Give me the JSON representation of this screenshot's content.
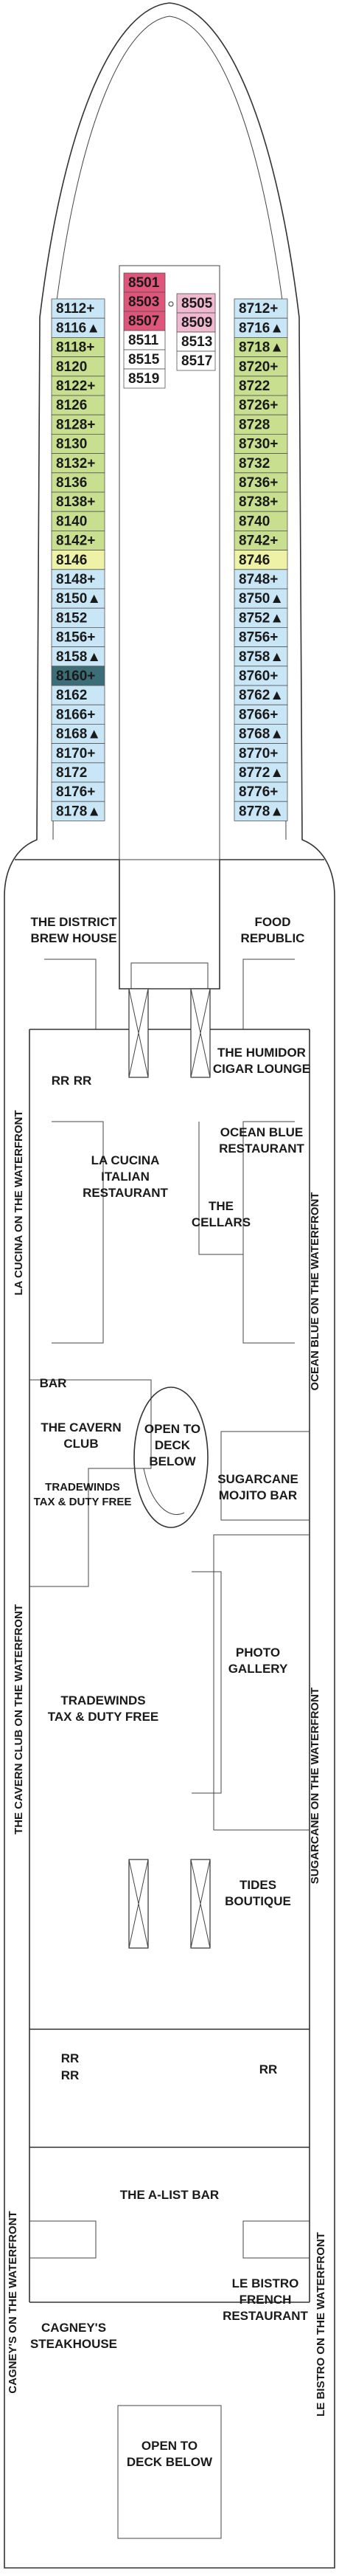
{
  "colors": {
    "blue": "#c9e6f7",
    "green": "#c7df8f",
    "yellow": "#eef2a6",
    "teal": "#3d6e78",
    "pink": "#f0b9cf",
    "red": "#e0557a",
    "white": "#ffffff"
  },
  "cabins": {
    "left": [
      {
        "n": "8112",
        "s": "+",
        "c": "blue"
      },
      {
        "n": "8116",
        "s": "▲",
        "c": "blue"
      },
      {
        "n": "8118",
        "s": "+",
        "c": "green"
      },
      {
        "n": "8120",
        "s": "",
        "c": "green"
      },
      {
        "n": "8122",
        "s": "+",
        "c": "green"
      },
      {
        "n": "8126",
        "s": "",
        "c": "green"
      },
      {
        "n": "8128",
        "s": "+",
        "c": "green"
      },
      {
        "n": "8130",
        "s": "",
        "c": "green"
      },
      {
        "n": "8132",
        "s": "+",
        "c": "green"
      },
      {
        "n": "8136",
        "s": "",
        "c": "green"
      },
      {
        "n": "8138",
        "s": "+",
        "c": "green"
      },
      {
        "n": "8140",
        "s": "",
        "c": "green"
      },
      {
        "n": "8142",
        "s": "+",
        "c": "green"
      },
      {
        "n": "8146",
        "s": "",
        "c": "yellow"
      },
      {
        "n": "8148",
        "s": "+",
        "c": "blue"
      },
      {
        "n": "8150",
        "s": "▲",
        "c": "blue"
      },
      {
        "n": "8152",
        "s": "",
        "c": "blue"
      },
      {
        "n": "8156",
        "s": "+",
        "c": "blue"
      },
      {
        "n": "8158",
        "s": "▲",
        "c": "blue"
      },
      {
        "n": "8160",
        "s": "+",
        "c": "teal"
      },
      {
        "n": "8162",
        "s": "",
        "c": "blue"
      },
      {
        "n": "8166",
        "s": "+",
        "c": "blue"
      },
      {
        "n": "8168",
        "s": "▲",
        "c": "blue"
      },
      {
        "n": "8170",
        "s": "+",
        "c": "blue"
      },
      {
        "n": "8172",
        "s": "",
        "c": "blue"
      },
      {
        "n": "8176",
        "s": "+",
        "c": "blue"
      },
      {
        "n": "8178",
        "s": "▲",
        "c": "blue"
      }
    ],
    "right": [
      {
        "n": "8712",
        "s": "+",
        "c": "blue"
      },
      {
        "n": "8716",
        "s": "▲",
        "c": "blue"
      },
      {
        "n": "8718",
        "s": "▲",
        "c": "green"
      },
      {
        "n": "8720",
        "s": "+",
        "c": "green"
      },
      {
        "n": "8722",
        "s": "",
        "c": "green"
      },
      {
        "n": "8726",
        "s": "+",
        "c": "green"
      },
      {
        "n": "8728",
        "s": "",
        "c": "green"
      },
      {
        "n": "8730",
        "s": "+",
        "c": "green"
      },
      {
        "n": "8732",
        "s": "",
        "c": "green"
      },
      {
        "n": "8736",
        "s": "+",
        "c": "green"
      },
      {
        "n": "8738",
        "s": "+",
        "c": "green"
      },
      {
        "n": "8740",
        "s": "",
        "c": "green"
      },
      {
        "n": "8742",
        "s": "+",
        "c": "green"
      },
      {
        "n": "8746",
        "s": "",
        "c": "yellow"
      },
      {
        "n": "8748",
        "s": "+",
        "c": "blue"
      },
      {
        "n": "8750",
        "s": "▲",
        "c": "blue"
      },
      {
        "n": "8752",
        "s": "▲",
        "c": "blue"
      },
      {
        "n": "8756",
        "s": "+",
        "c": "blue"
      },
      {
        "n": "8758",
        "s": "▲",
        "c": "blue"
      },
      {
        "n": "8760",
        "s": "+",
        "c": "blue"
      },
      {
        "n": "8762",
        "s": "▲",
        "c": "blue"
      },
      {
        "n": "8766",
        "s": "+",
        "c": "blue"
      },
      {
        "n": "8768",
        "s": "▲",
        "c": "blue"
      },
      {
        "n": "8770",
        "s": "+",
        "c": "blue"
      },
      {
        "n": "8772",
        "s": "▲",
        "c": "blue"
      },
      {
        "n": "8776",
        "s": "+",
        "c": "blue"
      },
      {
        "n": "8778",
        "s": "▲",
        "c": "blue"
      }
    ],
    "center_left": [
      {
        "n": "8501",
        "c": "red"
      },
      {
        "n": "8503",
        "c": "red"
      },
      {
        "n": "8507",
        "c": "red"
      },
      {
        "n": "8511",
        "c": "white"
      },
      {
        "n": "8515",
        "c": "white"
      },
      {
        "n": "8519",
        "c": "white"
      }
    ],
    "center_right": [
      {
        "n": "8505",
        "c": "pink"
      },
      {
        "n": "8509",
        "c": "pink"
      },
      {
        "n": "8513",
        "c": "white"
      },
      {
        "n": "8517",
        "c": "white"
      }
    ]
  },
  "venues": {
    "district_brew_house": [
      "THE DISTRICT",
      "BREW HOUSE"
    ],
    "food_republic": [
      "FOOD",
      "REPUBLIC"
    ],
    "rr_1": "RR",
    "rr_2": "RR",
    "humidor": [
      "THE HUMIDOR",
      "CIGAR LOUNGE"
    ],
    "la_cucina": [
      "LA CUCINA",
      "ITALIAN",
      "RESTAURANT"
    ],
    "ocean_blue": [
      "OCEAN BLUE",
      "RESTAURANT"
    ],
    "cellars": [
      "THE",
      "CELLARS"
    ],
    "bar": "BAR",
    "cavern_club": [
      "THE CAVERN",
      "CLUB"
    ],
    "open_deck_1": [
      "OPEN TO",
      "DECK",
      "BELOW"
    ],
    "tradewinds_small": [
      "TRADEWINDS",
      "TAX & DUTY FREE"
    ],
    "sugarcane": [
      "SUGARCANE",
      "MOJITO BAR"
    ],
    "photo_gallery": [
      "PHOTO",
      "GALLERY"
    ],
    "tradewinds_large": [
      "TRADEWINDS",
      "TAX & DUTY FREE"
    ],
    "tides": [
      "TIDES",
      "BOUTIQUE"
    ],
    "rr_3": "RR",
    "rr_4": "RR",
    "rr_5": "RR",
    "a_list_bar": "THE A-LIST BAR",
    "cagneys": [
      "CAGNEY'S",
      "STEAKHOUSE"
    ],
    "open_deck_2": [
      "OPEN TO",
      "DECK BELOW"
    ],
    "le_bistro": [
      "LE BISTRO",
      "FRENCH",
      "RESTAURANT"
    ]
  },
  "waterfront": {
    "la_cucina": "LA CUCINA ON THE WATERFRONT",
    "ocean_blue": "OCEAN BLUE ON THE WATERFRONT",
    "cavern_club": "THE CAVERN CLUB ON THE WATERFRONT",
    "sugarcane": "SUGARCANE ON THE WATERFRONT",
    "cagneys": "CAGNEY'S ON THE WATERFRONT",
    "le_bistro": "LE BISTRO ON THE WATERFRONT"
  }
}
